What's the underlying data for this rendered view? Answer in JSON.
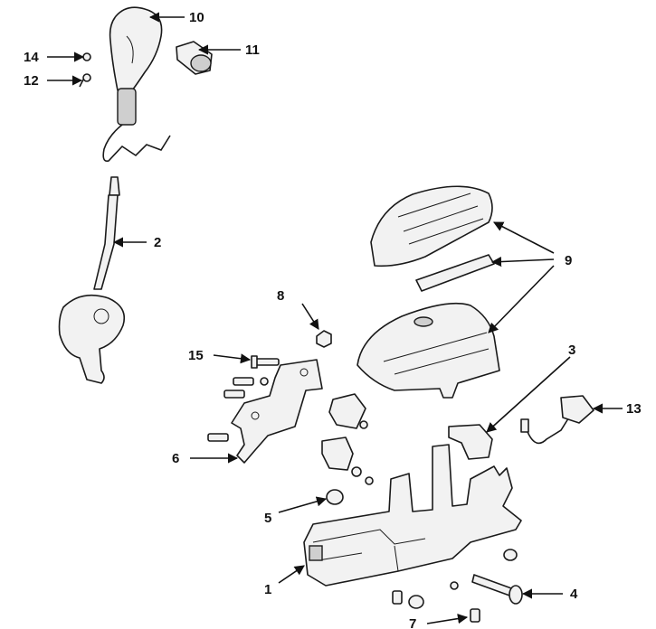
{
  "diagram": {
    "callouts": [
      "10",
      "11",
      "14",
      "12",
      "2",
      "9",
      "8",
      "15",
      "3",
      "13",
      "6",
      "5",
      "1",
      "4",
      "7"
    ]
  },
  "colors": {
    "ink": "#111111",
    "part_fill": "#f2f2f2",
    "shade": "#cfcfcf"
  }
}
